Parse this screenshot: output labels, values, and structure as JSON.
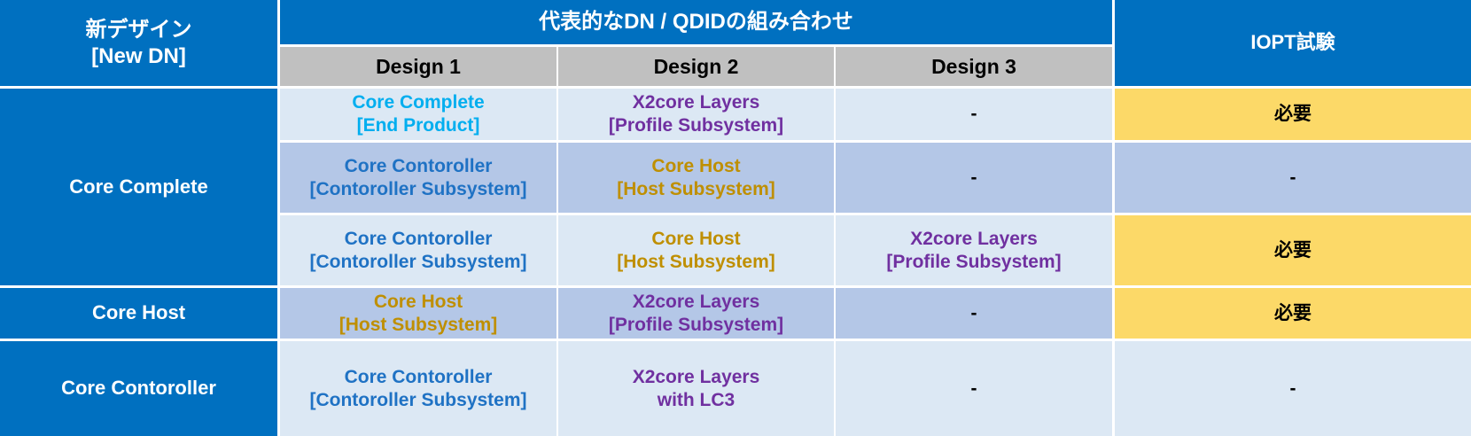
{
  "table": {
    "header": {
      "new_design_jp": "新デザイン",
      "new_design_en": "[New DN]",
      "combination_title": "代表的なDN / QDIDの組み合わせ",
      "iopt_title": "IOPT試験",
      "design_columns": [
        {
          "label": "Design 1"
        },
        {
          "label": "Design 2"
        },
        {
          "label": "Design 3"
        }
      ]
    },
    "row_groups": [
      {
        "label": "Core Complete",
        "rowspan": 3
      },
      {
        "label": "Core Host",
        "rowspan": 1
      },
      {
        "label": "Core Contoroller",
        "rowspan": 1
      }
    ],
    "rows": [
      {
        "band": "light",
        "design1": {
          "line1": "Core Complete",
          "line2": "[End Product]",
          "color": "cyan"
        },
        "design2": {
          "line1": "X2core Layers",
          "line2": "[Profile Subsystem]",
          "color": "purple"
        },
        "design3": {
          "line1": "-",
          "line2": "",
          "color": "black"
        },
        "iopt": {
          "value": "必要",
          "highlight": true
        }
      },
      {
        "band": "medium",
        "design1": {
          "line1": "Core Contoroller",
          "line2": "[Contoroller Subsystem]",
          "color": "blue"
        },
        "design2": {
          "line1": "Core Host",
          "line2": "[Host Subsystem]",
          "color": "gold"
        },
        "design3": {
          "line1": "-",
          "line2": "",
          "color": "black"
        },
        "iopt": {
          "value": "-",
          "highlight": false
        }
      },
      {
        "band": "light",
        "design1": {
          "line1": "Core Contoroller",
          "line2": "[Contoroller Subsystem]",
          "color": "blue"
        },
        "design2": {
          "line1": "Core Host",
          "line2": "[Host Subsystem]",
          "color": "gold"
        },
        "design3": {
          "line1": "X2core Layers",
          "line2": "[Profile Subsystem]",
          "color": "purple"
        },
        "iopt": {
          "value": "必要",
          "highlight": true
        }
      },
      {
        "band": "medium",
        "design1": {
          "line1": "Core Host",
          "line2": "[Host Subsystem]",
          "color": "gold"
        },
        "design2": {
          "line1": "X2core Layers",
          "line2": "[Profile Subsystem]",
          "color": "purple"
        },
        "design3": {
          "line1": "-",
          "line2": "",
          "color": "black"
        },
        "iopt": {
          "value": "必要",
          "highlight": true
        }
      },
      {
        "band": "light",
        "design1": {
          "line1": "Core Contoroller",
          "line2": "[Contoroller Subsystem]",
          "color": "blue"
        },
        "design2": {
          "line1": "X2core Layers",
          "line2": "with LC3",
          "color": "purple"
        },
        "design3": {
          "line1": "-",
          "line2": "",
          "color": "black"
        },
        "iopt": {
          "value": "-",
          "highlight": false
        }
      }
    ],
    "colors": {
      "header_blue": "#0070C0",
      "subheader_gray": "#C0C0C0",
      "band_light": "#DCE8F4",
      "band_medium": "#B4C7E7",
      "highlight_amber": "#FCD968",
      "text_cyan": "#00AEEF",
      "text_blue": "#1F72C4",
      "text_purple": "#7030A0",
      "text_gold": "#BF8F00"
    }
  }
}
